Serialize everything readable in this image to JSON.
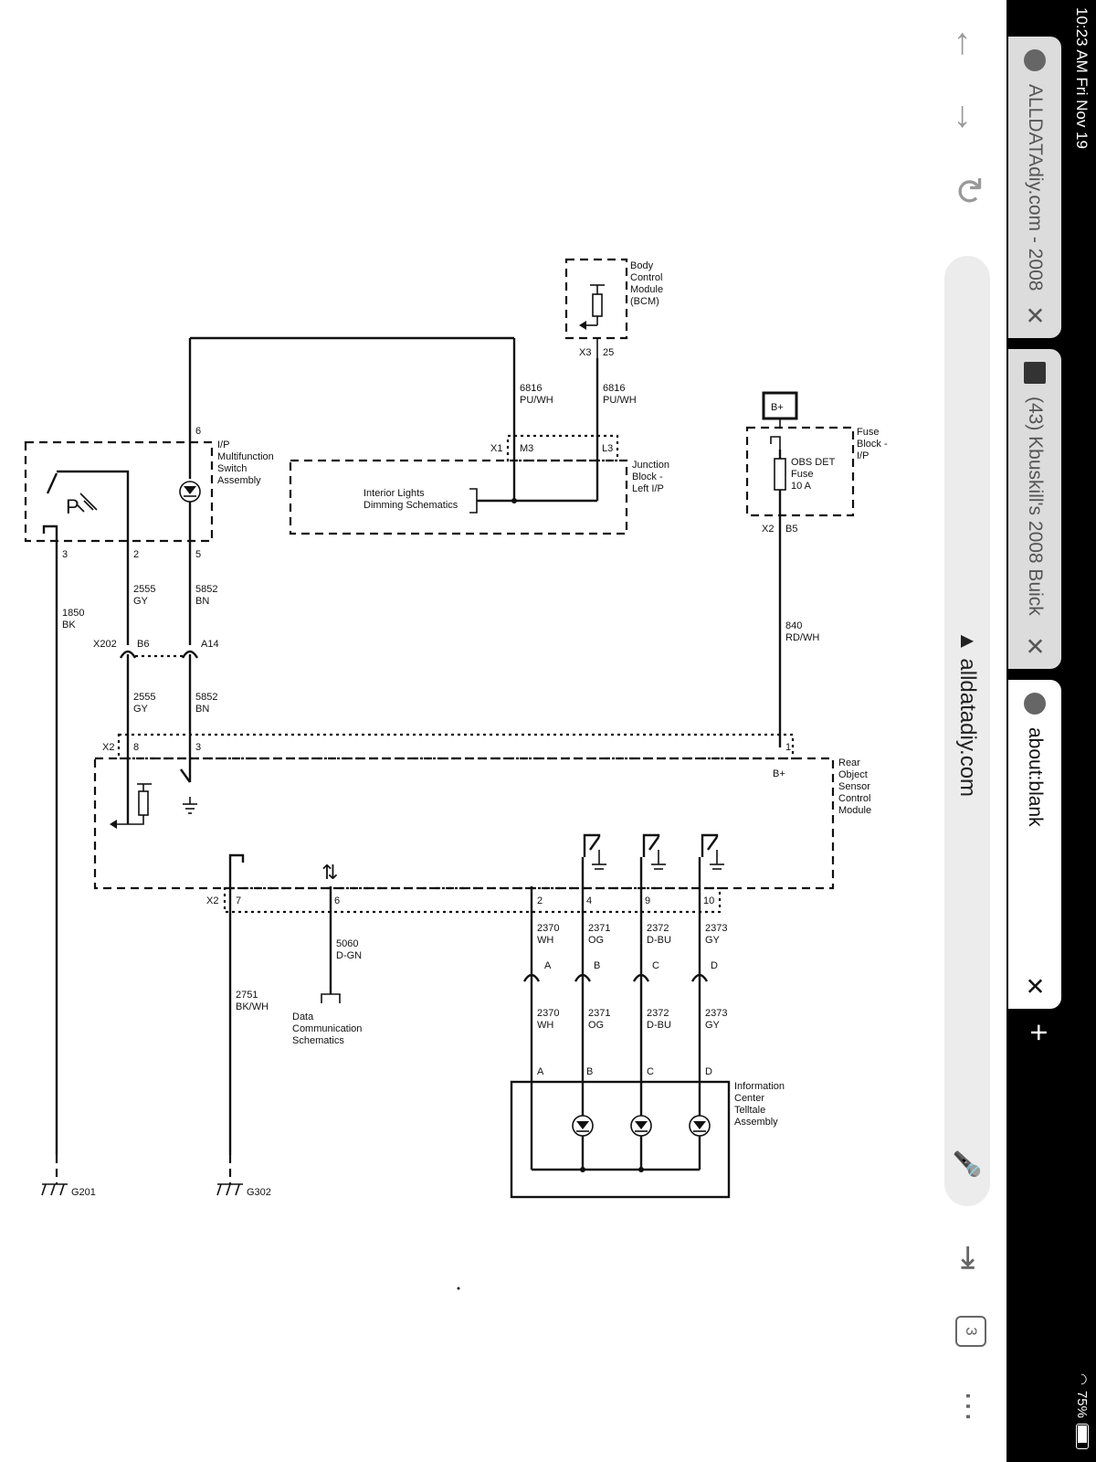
{
  "status_bar": {
    "time": "10:23 AM   Fri Nov 19",
    "battery": "75%"
  },
  "tabs": [
    {
      "title": "ALLDATAdiy.com - 2008",
      "icon": "globe-icon"
    },
    {
      "title": "(43) Kbuskill's 2008 Buick",
      "icon": "site-favicon"
    },
    {
      "title": "about:blank",
      "icon": "globe-icon"
    }
  ],
  "toolbar": {
    "url": "alldatadiy.com",
    "tab_count": "3"
  },
  "diagram": {
    "modules": {
      "bcm": "Body\nControl\nModule\n(BCM)",
      "junction": "Junction\nBlock -\nLeft I/P",
      "fuse_block": "Fuse\nBlock -\nI/P",
      "fuse": "OBS DET\nFuse\n10 A",
      "ip_switch": "I/P\nMultifunction\nSwitch\nAssembly",
      "rear_sensor": "Rear\nObject\nSensor\nControl\nModule",
      "info_center": "Information\nCenter\nTelltale\nAssembly",
      "interior_lights": "Interior Lights\nDimming Schematics",
      "data_comm": "Data\nCommunication\nSchematics",
      "bplus_box": "B+",
      "bplus_pin": "B+"
    },
    "connectors": {
      "x3": "X3",
      "x3_pin": "25",
      "x1": "X1",
      "m3": "M3",
      "l3": "L3",
      "x2_fuse": "X2",
      "b5": "B5",
      "x202": "X202",
      "b6": "B6",
      "a14": "A14",
      "sw6": "6",
      "sw3": "3",
      "sw2": "2",
      "sw5": "5",
      "x2_top": "X2",
      "ro8": "8",
      "ro3": "3",
      "ro1": "1",
      "x2_bot": "X2",
      "ro7": "7",
      "ro6": "6",
      "ro2": "2",
      "ro4": "4",
      "ro9": "9",
      "ro10": "10",
      "ca": "A",
      "cb": "B",
      "cc": "C",
      "cd": "D",
      "ia": "A",
      "ib": "B",
      "ic": "C",
      "id": "D"
    },
    "wires": {
      "w6816a": "6816\nPU/WH",
      "w6816b": "6816\nPU/WH",
      "w840": "840\nRD/WH",
      "w2555a": "2555\nGY",
      "w5852a": "5852\nBN",
      "w1850": "1850\nBK",
      "w2555b": "2555\nGY",
      "w5852b": "5852\nBN",
      "w5060": "5060\nD-GN",
      "w2751": "2751\nBK/WH",
      "w2370a": "2370\nWH",
      "w2371a": "2371\nOG",
      "w2372a": "2372\nD-BU",
      "w2373a": "2373\nGY",
      "w2370b": "2370\nWH",
      "w2371b": "2371\nOG",
      "w2372b": "2372\nD-BU",
      "w2373b": "2373\nGY"
    },
    "grounds": {
      "g201": "G201",
      "g302": "G302"
    }
  }
}
